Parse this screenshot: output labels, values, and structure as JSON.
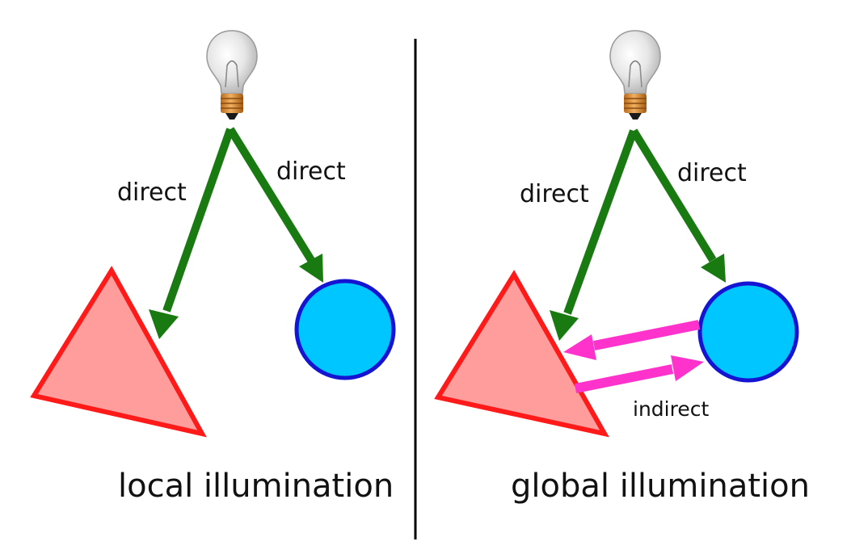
{
  "colors": {
    "background": "#ffffff",
    "divider": "#000000",
    "direct_arrow": "#1a7a12",
    "indirect_arrow": "#ff33cc",
    "triangle_fill": "#ff9c9c",
    "triangle_stroke": "#ff1a1a",
    "circle_fill": "#00c6ff",
    "circle_stroke": "#1414d2",
    "text": "#111111"
  },
  "icons": {
    "light_source": "light-bulb-icon"
  },
  "panels": [
    {
      "id": "local",
      "title": "local illumination",
      "arrow_labels": [
        "direct",
        "direct"
      ]
    },
    {
      "id": "global",
      "title": "global illumination",
      "arrow_labels": [
        "direct",
        "direct"
      ],
      "indirect_label": "indirect"
    }
  ]
}
